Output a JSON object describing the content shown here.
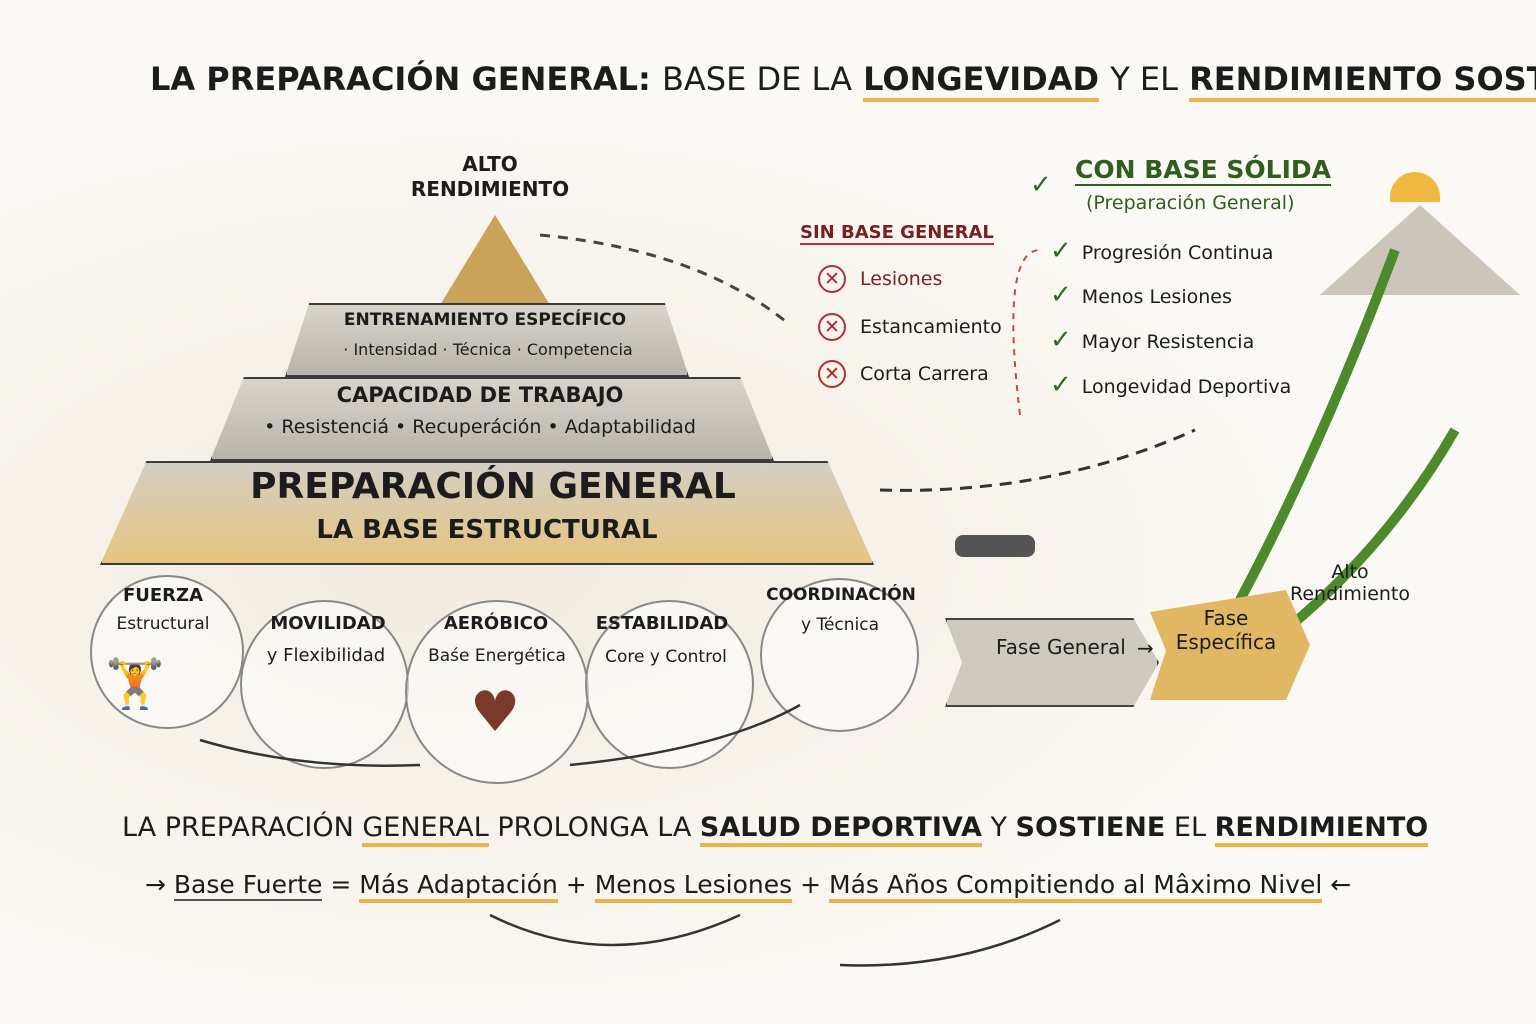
{
  "title": {
    "p1": "LA PREPARACIÓN GENERAL:",
    "p2": "BASE DE LA",
    "p3": "LONGEVIDAD",
    "p4": "Y EL",
    "p5": "RENDIMIENTO SOSTENIDO"
  },
  "pyramid": {
    "top": "ALTO RENDIMIENTO",
    "level3": {
      "title": "ENTRENAMIENTO ESPECÍFICO",
      "items": "· Intensidad · Técnica · Competencia"
    },
    "level2": {
      "title": "CAPACIDAD DE TRABAJO",
      "items": "• Resistenciá • Recuperáción • Adaptabilidad"
    },
    "level1": {
      "title": "PREPARACIÓN GENERAL",
      "subtitle": "LA BASE ESTRUCTURAL"
    }
  },
  "pillars": [
    {
      "title": "FUERZA",
      "sub": "Estructural"
    },
    {
      "title": "MOVILIDAD",
      "sub": "y Flexibilidad"
    },
    {
      "title": "AERÓBICO",
      "sub": "Baśe Energética"
    },
    {
      "title": "ESTABILIDAD",
      "sub": "Core y Control"
    },
    {
      "title": "COORDINACIÓN",
      "sub": "y Técnica"
    }
  ],
  "sin_base": {
    "title": "SIN BASE GENERAL",
    "items": [
      "Lesiones",
      "Estancamiento",
      "Corta Carrera"
    ]
  },
  "con_base": {
    "title": "CON BASE SÓLIDA",
    "subtitle": "(Preparación General)",
    "items": [
      "Progresión Continua",
      "Menos Lesiones",
      "Mayor Resistencia",
      "Longevidad Deportiva"
    ]
  },
  "phases": {
    "general": "Fase General",
    "especifica": "Fase Específica",
    "alto": "Alto Rendimiento"
  },
  "bottom": {
    "p1": "LA PREPARACIÓN",
    "p2": "GENERAL",
    "p3": "PROLONGA LA",
    "p4": "SALUD DEPORTIVA",
    "p5": "Y",
    "p6": "SOSTIENE",
    "p7": "EL",
    "p8": "RENDIMIENTO"
  },
  "formula": {
    "a": "Base Fuerte",
    "eq": "=",
    "b": "Más Adaptación",
    "plus1": "+",
    "c": "Menos Lesiones",
    "plus2": "+",
    "d": "Más Años Compitiendo al Mâximo Nivel"
  }
}
